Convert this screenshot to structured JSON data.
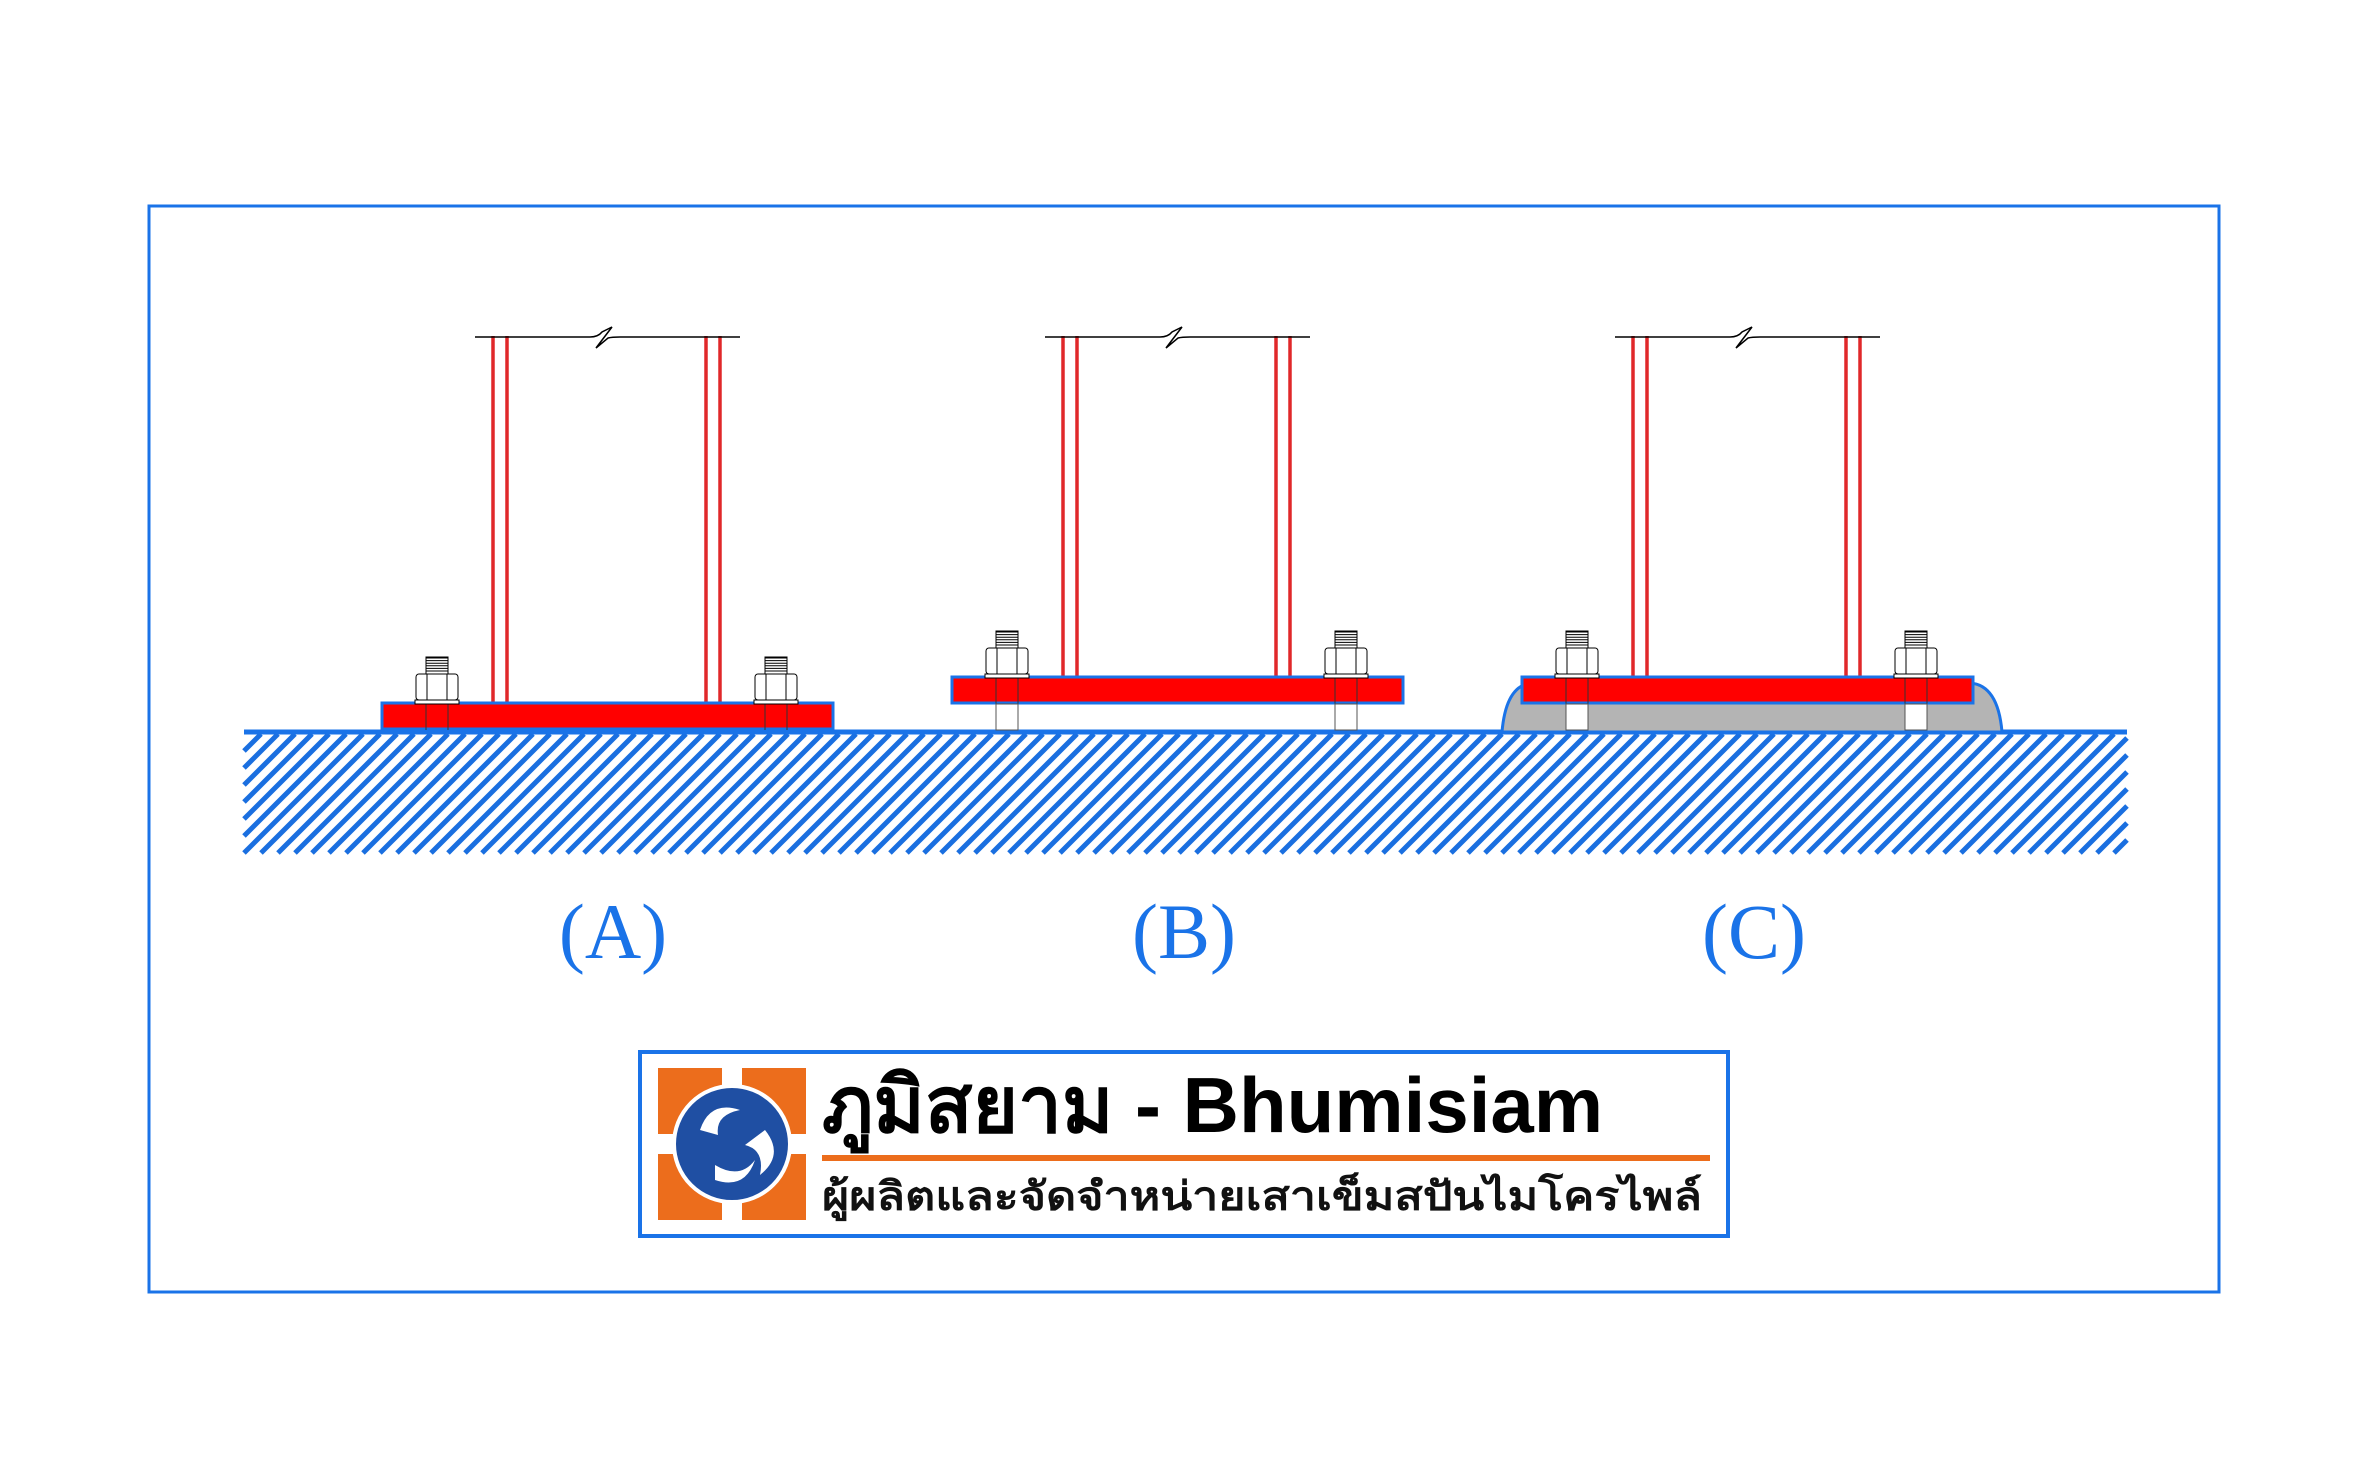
{
  "diagram": {
    "labels": [
      "(A)",
      "(B)",
      "(C)"
    ],
    "colors": {
      "frame": "#1a73e8",
      "plate": "#ff0000",
      "column": "#e0282a",
      "grout": "#b4b4b4",
      "hatch": "#1a6fe0"
    }
  },
  "logo": {
    "title": "ภูมิสยาม - Bhumisiam",
    "subtitle": "ผู้ผลิตและจัดจำหน่ายเสาเข็มสปันไมโครไพล์",
    "colors": {
      "orange": "#ec6d1c",
      "blue": "#1f4fa3"
    }
  }
}
